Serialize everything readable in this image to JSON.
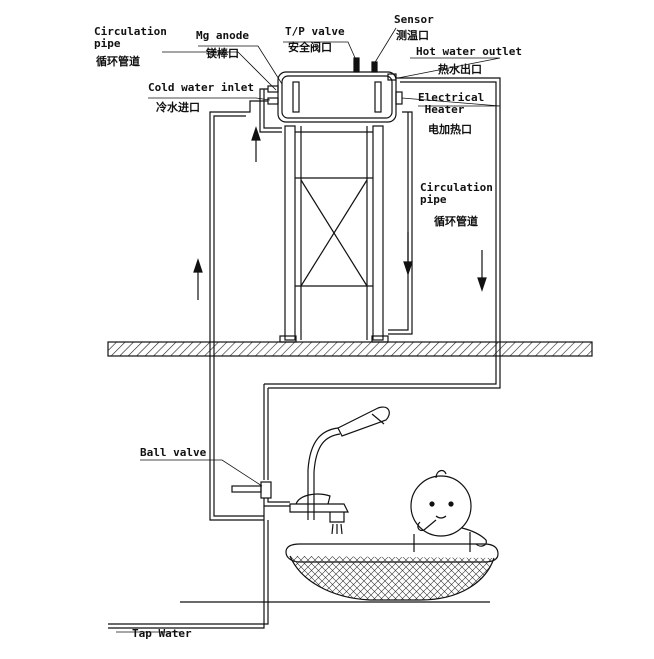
{
  "labels": {
    "circulation_pipe_left_en": "Circulation\npipe",
    "circulation_pipe_left_cn": "循环管道",
    "mg_anode_en": "Mg anode",
    "mg_anode_cn": "镁棒口",
    "tp_valve_en": "T/P valve",
    "tp_valve_cn": "安全阀口",
    "sensor_en": "Sensor",
    "sensor_cn": "测温口",
    "hot_water_outlet_en": "Hot water outlet",
    "hot_water_outlet_cn": "热水出口",
    "cold_water_inlet_en": "Cold water inlet",
    "cold_water_inlet_cn": "冷水进口",
    "electrical_heater_en": "Electrical\n Heater",
    "electrical_heater_cn": "电加热口",
    "circulation_pipe_right_en": "Circulation\npipe",
    "circulation_pipe_right_cn": "循环管道",
    "ball_valve_en": "Ball valve",
    "tap_water_en": "Tap Water"
  }
}
